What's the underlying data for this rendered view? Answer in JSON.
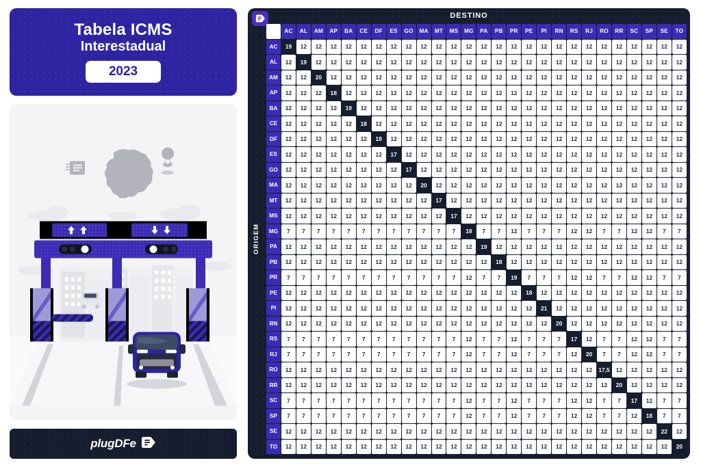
{
  "cover": {
    "title_line1": "Tabela ICMS",
    "title_line2": "Interestadual",
    "year": "2023",
    "accent_color": "#2e23a0",
    "dark_color": "#161d2e"
  },
  "illustration": {
    "name": "toll-plaza-illustration",
    "icons": [
      "invoice-icon",
      "brazil-map-icon",
      "location-pin-icon"
    ],
    "vehicles": [
      "car",
      "van"
    ]
  },
  "footer": {
    "brand": "plugDFe",
    "logo_icon": "plugdfe-document-icon"
  },
  "table": {
    "destino_label": "DESTINO",
    "origem_label": "ORIGEM",
    "logo_icon": "plugdfe-document-icon"
  },
  "chart_data": {
    "type": "heatmap",
    "title": "Tabela ICMS Interestadual 2023",
    "xlabel": "DESTINO",
    "ylabel": "ORIGEM",
    "categories": [
      "AC",
      "AL",
      "AM",
      "AP",
      "BA",
      "CE",
      "DF",
      "ES",
      "GO",
      "MA",
      "MT",
      "MS",
      "MG",
      "PA",
      "PB",
      "PR",
      "PE",
      "PI",
      "RN",
      "RS",
      "RJ",
      "RO",
      "RR",
      "SC",
      "SP",
      "SE",
      "TO"
    ],
    "rows": [
      "AC",
      "AL",
      "AM",
      "AP",
      "BA",
      "CE",
      "DF",
      "ES",
      "GO",
      "MA",
      "MT",
      "MS",
      "MG",
      "PA",
      "PB",
      "PR",
      "PE",
      "PI",
      "RN",
      "RS",
      "RJ",
      "RO",
      "RR",
      "SC",
      "SP",
      "SE",
      "TO"
    ],
    "diagonal_highlight": true,
    "values": [
      [
        "19",
        "12",
        "12",
        "12",
        "12",
        "12",
        "12",
        "12",
        "12",
        "12",
        "12",
        "12",
        "12",
        "12",
        "12",
        "12",
        "12",
        "12",
        "12",
        "12",
        "12",
        "12",
        "12",
        "12",
        "12",
        "12",
        "12"
      ],
      [
        "12",
        "19",
        "12",
        "12",
        "12",
        "12",
        "12",
        "12",
        "12",
        "12",
        "12",
        "12",
        "12",
        "12",
        "12",
        "12",
        "12",
        "12",
        "12",
        "12",
        "12",
        "12",
        "12",
        "12",
        "12",
        "12",
        "12"
      ],
      [
        "12",
        "12",
        "20",
        "12",
        "12",
        "12",
        "12",
        "12",
        "12",
        "12",
        "12",
        "12",
        "12",
        "12",
        "12",
        "12",
        "12",
        "12",
        "12",
        "12",
        "12",
        "12",
        "12",
        "12",
        "12",
        "12",
        "12"
      ],
      [
        "12",
        "12",
        "12",
        "18",
        "12",
        "12",
        "12",
        "12",
        "12",
        "12",
        "12",
        "12",
        "12",
        "12",
        "12",
        "12",
        "12",
        "12",
        "12",
        "12",
        "12",
        "12",
        "12",
        "12",
        "12",
        "12",
        "12"
      ],
      [
        "12",
        "12",
        "12",
        "12",
        "19",
        "12",
        "12",
        "12",
        "12",
        "12",
        "12",
        "12",
        "12",
        "12",
        "12",
        "12",
        "12",
        "12",
        "12",
        "12",
        "12",
        "12",
        "12",
        "12",
        "12",
        "12",
        "12"
      ],
      [
        "12",
        "12",
        "12",
        "12",
        "12",
        "18",
        "12",
        "12",
        "12",
        "12",
        "12",
        "12",
        "12",
        "12",
        "12",
        "12",
        "12",
        "12",
        "12",
        "12",
        "12",
        "12",
        "12",
        "12",
        "12",
        "12",
        "12"
      ],
      [
        "12",
        "12",
        "12",
        "12",
        "12",
        "12",
        "18",
        "12",
        "12",
        "12",
        "12",
        "12",
        "12",
        "12",
        "12",
        "12",
        "12",
        "12",
        "12",
        "12",
        "12",
        "12",
        "12",
        "12",
        "12",
        "12",
        "12"
      ],
      [
        "12",
        "12",
        "12",
        "12",
        "12",
        "12",
        "12",
        "17",
        "12",
        "12",
        "12",
        "12",
        "12",
        "12",
        "12",
        "12",
        "12",
        "12",
        "12",
        "12",
        "12",
        "12",
        "12",
        "12",
        "12",
        "12",
        "12"
      ],
      [
        "12",
        "12",
        "12",
        "12",
        "12",
        "12",
        "12",
        "12",
        "17",
        "12",
        "12",
        "12",
        "12",
        "12",
        "12",
        "12",
        "12",
        "12",
        "12",
        "12",
        "12",
        "12",
        "12",
        "12",
        "12",
        "12",
        "12"
      ],
      [
        "12",
        "12",
        "12",
        "12",
        "12",
        "12",
        "12",
        "12",
        "12",
        "20",
        "12",
        "12",
        "12",
        "12",
        "12",
        "12",
        "12",
        "12",
        "12",
        "12",
        "12",
        "12",
        "12",
        "12",
        "12",
        "12",
        "12"
      ],
      [
        "12",
        "12",
        "12",
        "12",
        "12",
        "12",
        "12",
        "12",
        "12",
        "12",
        "17",
        "12",
        "12",
        "12",
        "12",
        "12",
        "12",
        "12",
        "12",
        "12",
        "12",
        "12",
        "12",
        "12",
        "12",
        "12",
        "12"
      ],
      [
        "12",
        "12",
        "12",
        "12",
        "12",
        "12",
        "12",
        "12",
        "12",
        "12",
        "12",
        "17",
        "12",
        "12",
        "12",
        "12",
        "12",
        "12",
        "12",
        "12",
        "12",
        "12",
        "12",
        "12",
        "12",
        "12",
        "12"
      ],
      [
        "7",
        "7",
        "7",
        "7",
        "7",
        "7",
        "7",
        "7",
        "7",
        "7",
        "7",
        "7",
        "18",
        "7",
        "7",
        "12",
        "7",
        "7",
        "7",
        "12",
        "12",
        "7",
        "7",
        "12",
        "12",
        "7",
        "7"
      ],
      [
        "12",
        "12",
        "12",
        "12",
        "12",
        "12",
        "12",
        "12",
        "12",
        "12",
        "12",
        "12",
        "12",
        "19",
        "12",
        "12",
        "12",
        "12",
        "12",
        "12",
        "12",
        "12",
        "12",
        "12",
        "12",
        "12",
        "12"
      ],
      [
        "12",
        "12",
        "12",
        "12",
        "12",
        "12",
        "12",
        "12",
        "12",
        "12",
        "12",
        "12",
        "12",
        "12",
        "18",
        "12",
        "12",
        "12",
        "12",
        "12",
        "12",
        "12",
        "12",
        "12",
        "12",
        "12",
        "12"
      ],
      [
        "7",
        "7",
        "7",
        "7",
        "7",
        "7",
        "7",
        "7",
        "7",
        "7",
        "7",
        "7",
        "12",
        "7",
        "7",
        "19",
        "7",
        "7",
        "7",
        "12",
        "12",
        "7",
        "7",
        "12",
        "12",
        "7",
        "7"
      ],
      [
        "12",
        "12",
        "12",
        "12",
        "12",
        "12",
        "12",
        "12",
        "12",
        "12",
        "12",
        "12",
        "12",
        "12",
        "12",
        "12",
        "18",
        "12",
        "12",
        "12",
        "12",
        "12",
        "12",
        "12",
        "12",
        "12",
        "12"
      ],
      [
        "12",
        "12",
        "12",
        "12",
        "12",
        "12",
        "12",
        "12",
        "12",
        "12",
        "12",
        "12",
        "12",
        "12",
        "12",
        "12",
        "12",
        "21",
        "12",
        "12",
        "12",
        "12",
        "12",
        "12",
        "12",
        "12",
        "12"
      ],
      [
        "12",
        "12",
        "12",
        "12",
        "12",
        "12",
        "12",
        "12",
        "12",
        "12",
        "12",
        "12",
        "12",
        "12",
        "12",
        "12",
        "12",
        "12",
        "20",
        "12",
        "12",
        "12",
        "12",
        "12",
        "12",
        "12",
        "12"
      ],
      [
        "7",
        "7",
        "7",
        "7",
        "7",
        "7",
        "7",
        "7",
        "7",
        "7",
        "7",
        "7",
        "12",
        "7",
        "7",
        "12",
        "7",
        "7",
        "7",
        "17",
        "12",
        "7",
        "7",
        "12",
        "12",
        "7",
        "7"
      ],
      [
        "7",
        "7",
        "7",
        "7",
        "7",
        "7",
        "7",
        "7",
        "7",
        "7",
        "7",
        "7",
        "12",
        "7",
        "7",
        "12",
        "7",
        "7",
        "7",
        "12",
        "20",
        "7",
        "7",
        "12",
        "12",
        "7",
        "7"
      ],
      [
        "12",
        "12",
        "12",
        "12",
        "12",
        "12",
        "12",
        "12",
        "12",
        "12",
        "12",
        "12",
        "12",
        "12",
        "12",
        "12",
        "12",
        "12",
        "12",
        "12",
        "12",
        "17,5",
        "12",
        "12",
        "12",
        "12",
        "12"
      ],
      [
        "12",
        "12",
        "12",
        "12",
        "12",
        "12",
        "12",
        "12",
        "12",
        "12",
        "12",
        "12",
        "12",
        "12",
        "12",
        "12",
        "12",
        "12",
        "12",
        "12",
        "12",
        "12",
        "20",
        "12",
        "12",
        "12",
        "12"
      ],
      [
        "7",
        "7",
        "7",
        "7",
        "7",
        "7",
        "7",
        "7",
        "7",
        "7",
        "7",
        "7",
        "12",
        "7",
        "7",
        "12",
        "7",
        "7",
        "7",
        "12",
        "12",
        "7",
        "7",
        "17",
        "12",
        "7",
        "7"
      ],
      [
        "7",
        "7",
        "7",
        "7",
        "7",
        "7",
        "7",
        "7",
        "7",
        "7",
        "7",
        "7",
        "12",
        "7",
        "7",
        "12",
        "7",
        "7",
        "7",
        "12",
        "12",
        "7",
        "7",
        "12",
        "18",
        "7",
        "7"
      ],
      [
        "12",
        "12",
        "12",
        "12",
        "12",
        "12",
        "12",
        "12",
        "12",
        "12",
        "12",
        "12",
        "12",
        "12",
        "12",
        "12",
        "12",
        "12",
        "12",
        "12",
        "12",
        "12",
        "12",
        "12",
        "12",
        "22",
        "12"
      ],
      [
        "12",
        "12",
        "12",
        "12",
        "12",
        "12",
        "12",
        "12",
        "12",
        "12",
        "12",
        "12",
        "12",
        "12",
        "12",
        "12",
        "12",
        "12",
        "12",
        "12",
        "12",
        "12",
        "12",
        "12",
        "12",
        "12",
        "20"
      ]
    ]
  }
}
